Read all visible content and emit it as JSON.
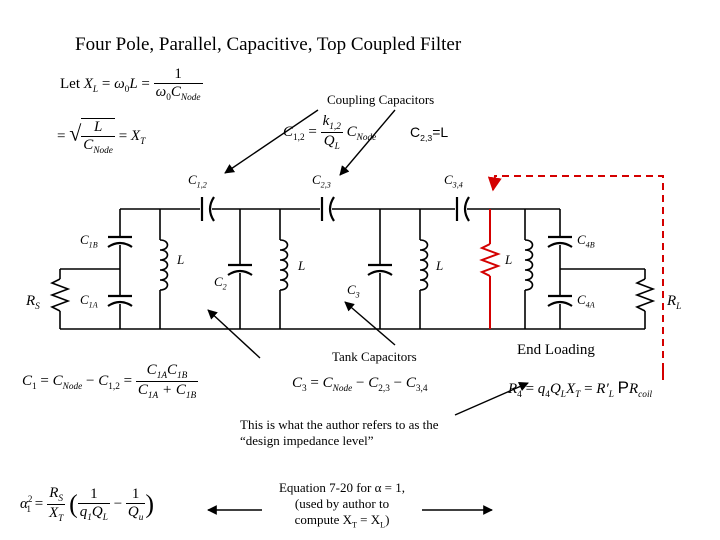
{
  "title": "Four Pole, Parallel, Capacitive, Top Coupled Filter",
  "labels": {
    "coupling_caps": "Coupling Capacitors",
    "tank_caps": "Tank Capacitors",
    "end_loading": "End Loading",
    "design_impedance_note": "This is what the author refers to as  the “design impedance level”",
    "eq_note_line1": "Equation 7-20 for α = 1,",
    "eq_note_line2": "(used by author to",
    "eq_note_line3": "compute X",
    "eq_note_line3b": "T",
    "eq_note_line3c": " = X",
    "eq_note_line3d": "L",
    "eq_note_line3e": ")"
  },
  "components": {
    "c12": "C",
    "c12_sub": "1,2",
    "c23": "C",
    "c23_sub": "2,3",
    "c34": "C",
    "c34_sub": "3,4",
    "c1b": "C",
    "c1b_sub": "1B",
    "c1a": "C",
    "c1a_sub": "1A",
    "c2": "C",
    "c2_sub": "2",
    "c3": "C",
    "c3_sub": "3",
    "c4b": "C",
    "c4b_sub": "4B",
    "c4a": "C",
    "c4a_sub": "4A",
    "l1": "L",
    "l2": "L",
    "l3": "L",
    "l4": "L",
    "rs": "R",
    "rs_sub": "S",
    "rl": "R",
    "rl_sub": "L"
  },
  "equations": {
    "let": "Let",
    "c23_eq_l": "C",
    "c23_eq_l_sub": "2,3",
    "c23_eq_l_val": "=L",
    "p_rcoil": "P",
    "rcoil_sub": "coil"
  },
  "colors": {
    "accent_red": "#d40000",
    "line": "#000000"
  }
}
